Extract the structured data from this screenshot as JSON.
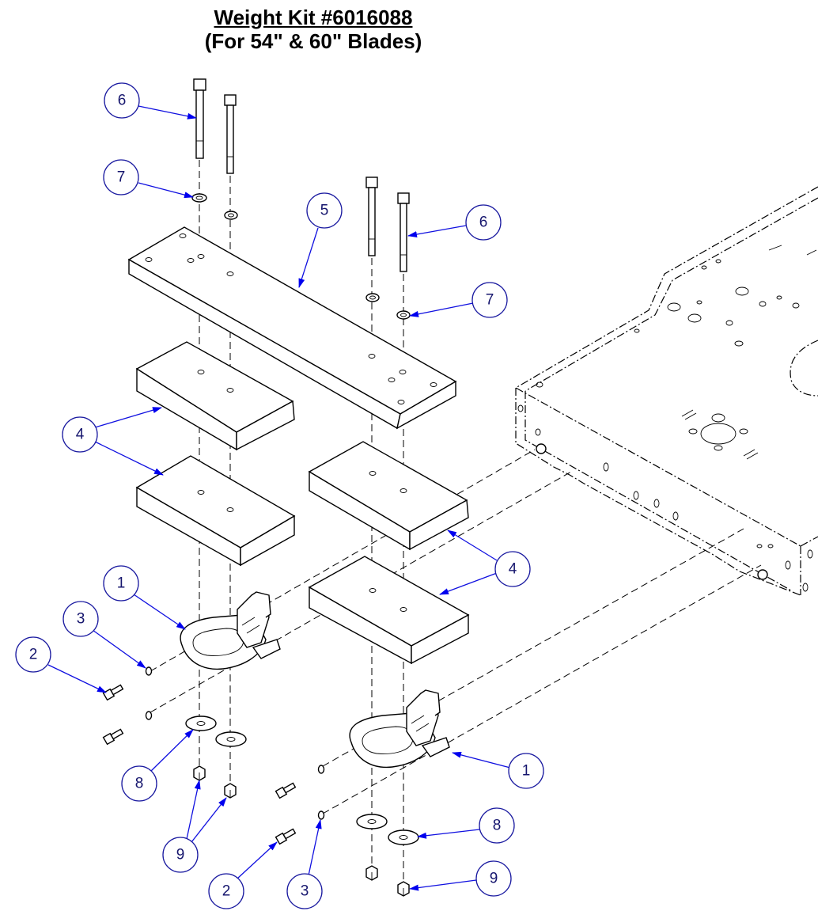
{
  "title": {
    "line1": "Weight Kit #6016088",
    "line2": "(For 54\" & 60\" Blades)"
  },
  "callouts": [
    {
      "id": "c6a",
      "label": "6"
    },
    {
      "id": "c7a",
      "label": "7"
    },
    {
      "id": "c5",
      "label": "5"
    },
    {
      "id": "c6b",
      "label": "6"
    },
    {
      "id": "c7b",
      "label": "7"
    },
    {
      "id": "c4a",
      "label": "4"
    },
    {
      "id": "c4b",
      "label": "4"
    },
    {
      "id": "c1a",
      "label": "1"
    },
    {
      "id": "c3a",
      "label": "3"
    },
    {
      "id": "c2a",
      "label": "2"
    },
    {
      "id": "c8a",
      "label": "8"
    },
    {
      "id": "c9a",
      "label": "9"
    },
    {
      "id": "c1b",
      "label": "1"
    },
    {
      "id": "c8b",
      "label": "8"
    },
    {
      "id": "c9b",
      "label": "9"
    },
    {
      "id": "c2b",
      "label": "2"
    },
    {
      "id": "c3b",
      "label": "3"
    }
  ],
  "colors": {
    "callout_blue": "#0000ee",
    "line": "#000000"
  }
}
